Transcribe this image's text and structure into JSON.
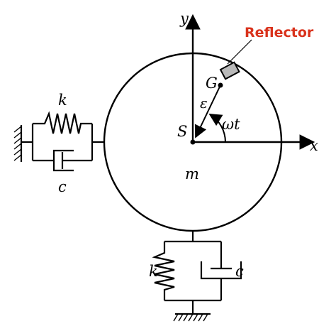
{
  "diagram": {
    "labels": {
      "reflector": "Reflector",
      "y_axis": "y",
      "x_axis": "x",
      "center": "S",
      "centroid": "G",
      "eccentricity": "ε",
      "angle": "ωt",
      "mass": "m",
      "spring_left": "k",
      "damper_left": "c",
      "spring_bottom": "k",
      "damper_bottom": "c"
    },
    "colors": {
      "reflector_label": "#d9321c",
      "reflector_fill": "#b9b9b9",
      "line": "#000000"
    }
  }
}
